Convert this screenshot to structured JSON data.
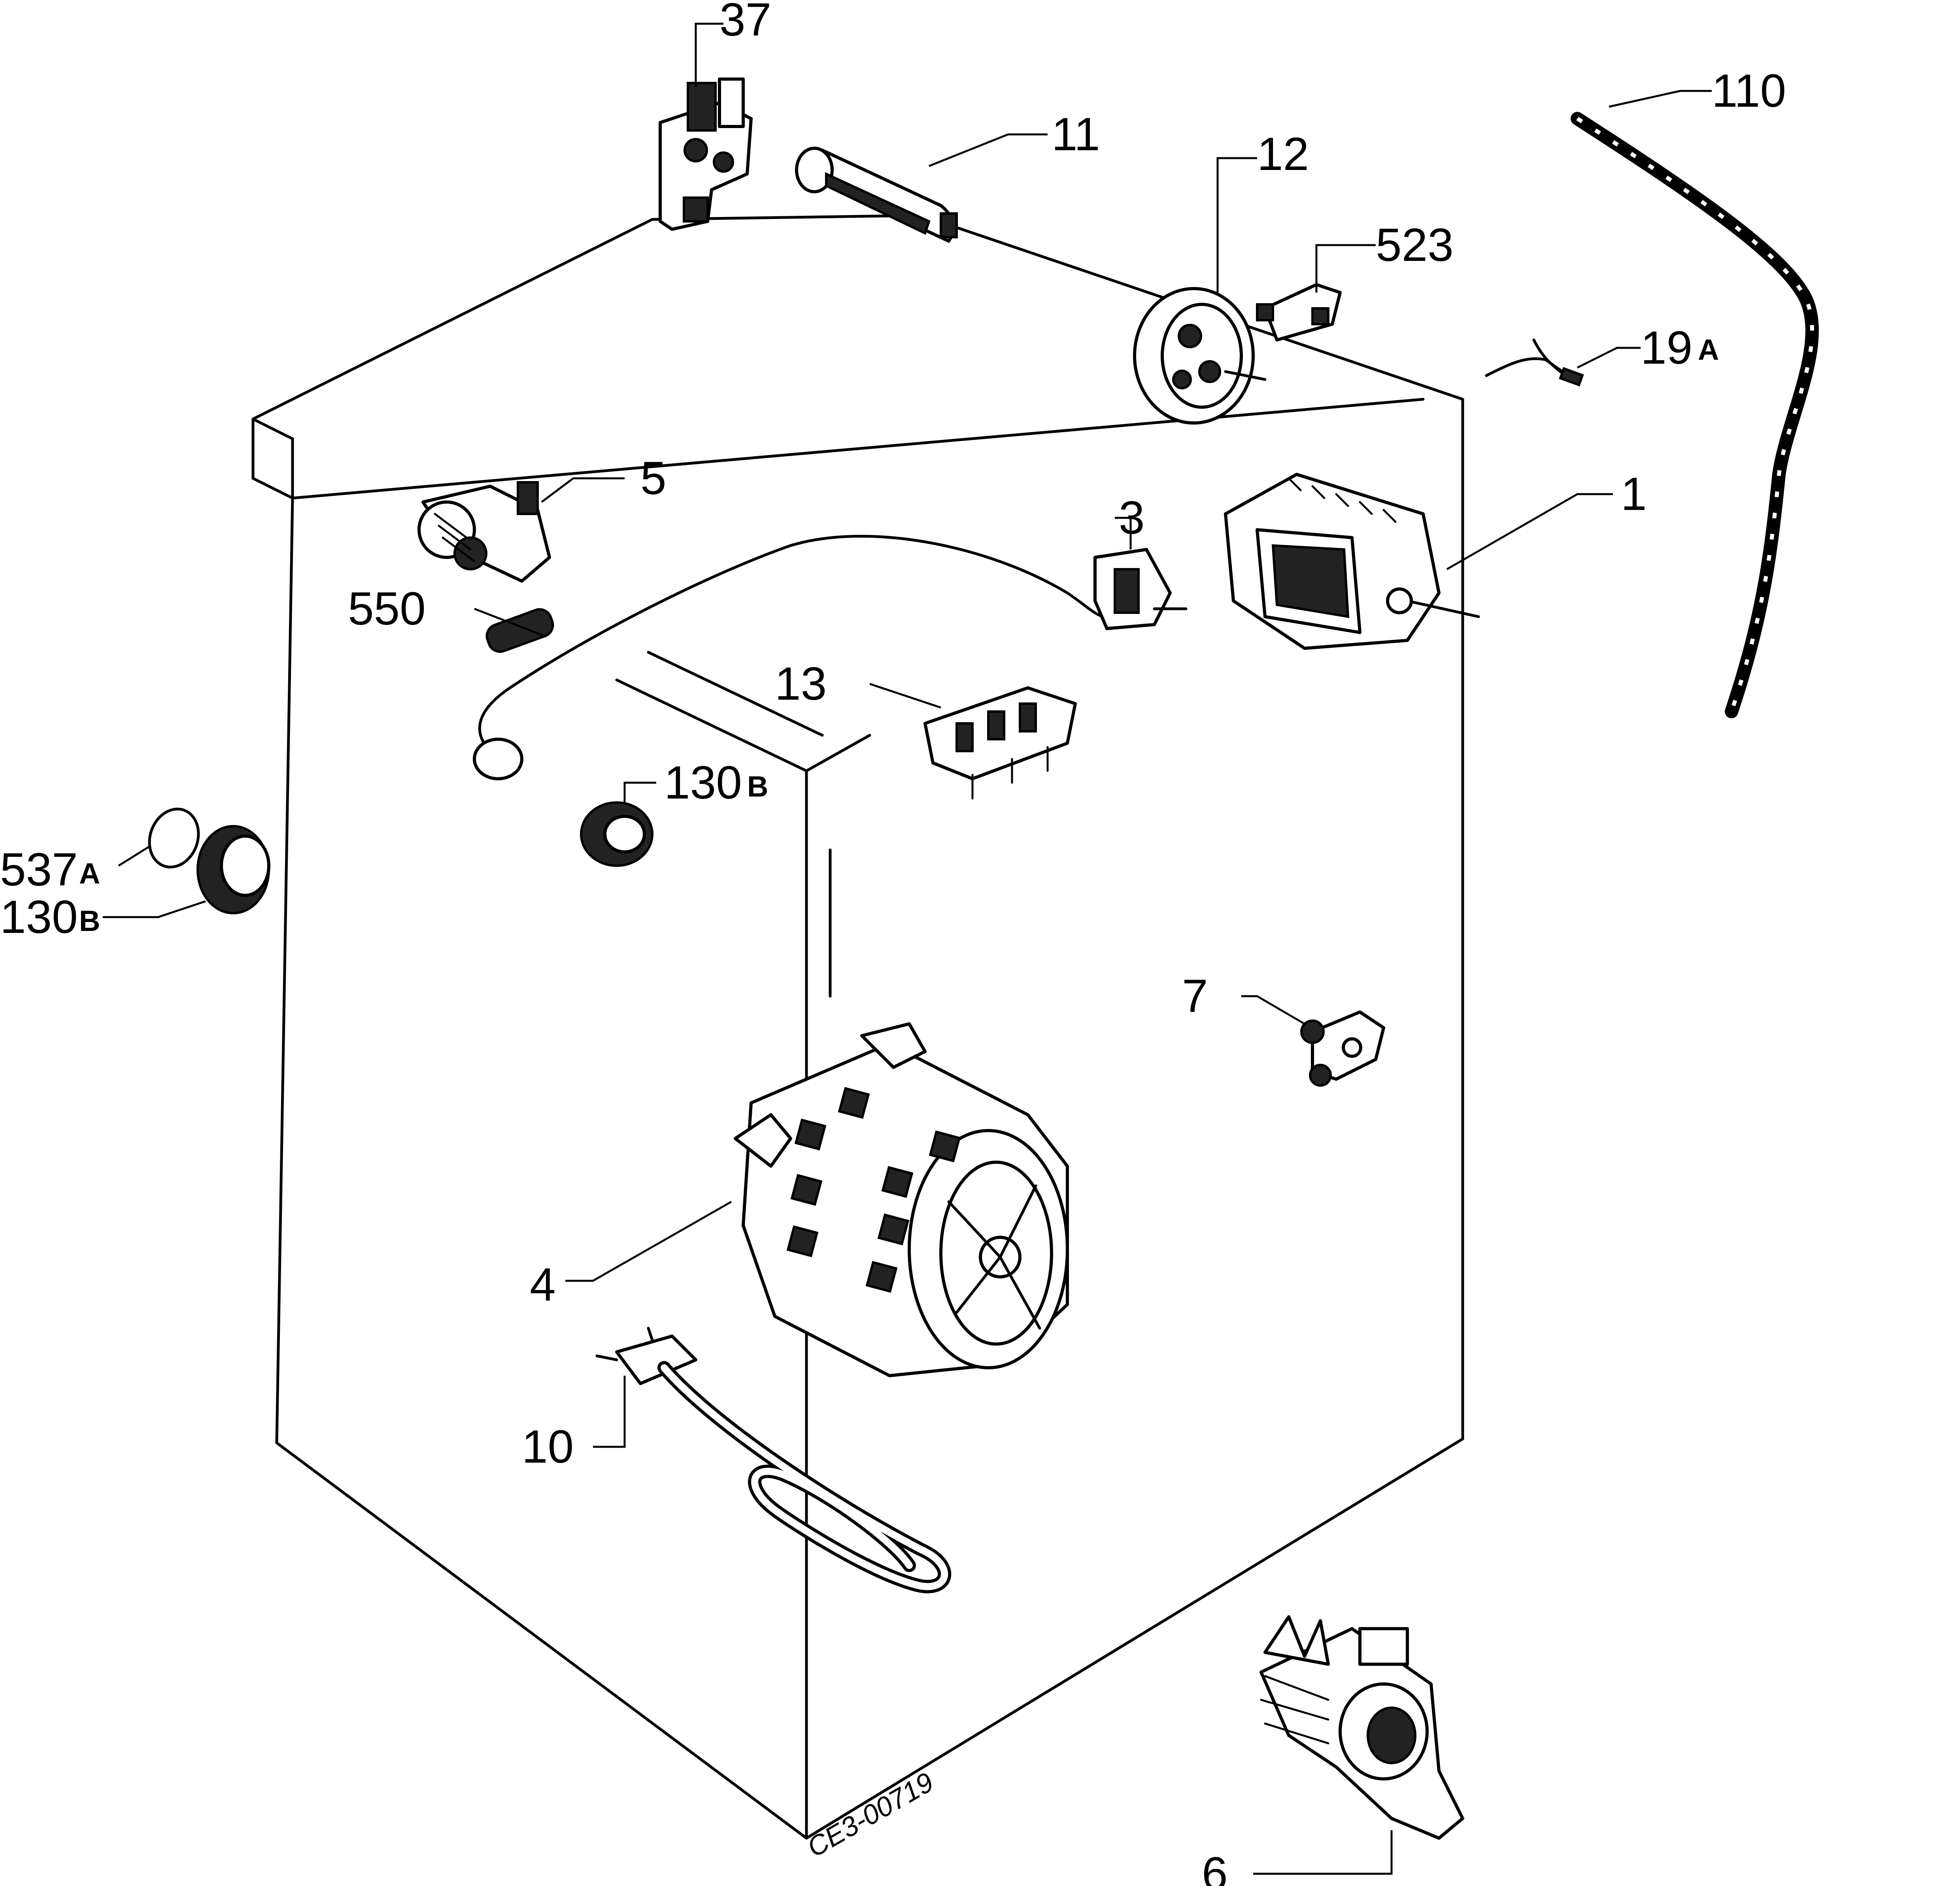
{
  "labels": {
    "p37": "37",
    "p11": "11",
    "p12": "12",
    "p523": "523",
    "p110": "110",
    "p19": "19",
    "p19_suffix": "A",
    "p5": "5",
    "p3": "3",
    "p1": "1",
    "p550": "550",
    "p13": "13",
    "p130b_mid": "130",
    "p130b_mid_suffix": "B",
    "p537": "537",
    "p537_suffix": "A",
    "p130b_left": "130",
    "p130b_left_suffix": "B",
    "p7": "7",
    "p4": "4",
    "p10": "10",
    "p6": "6"
  },
  "drawing_code": "CE3-00719"
}
